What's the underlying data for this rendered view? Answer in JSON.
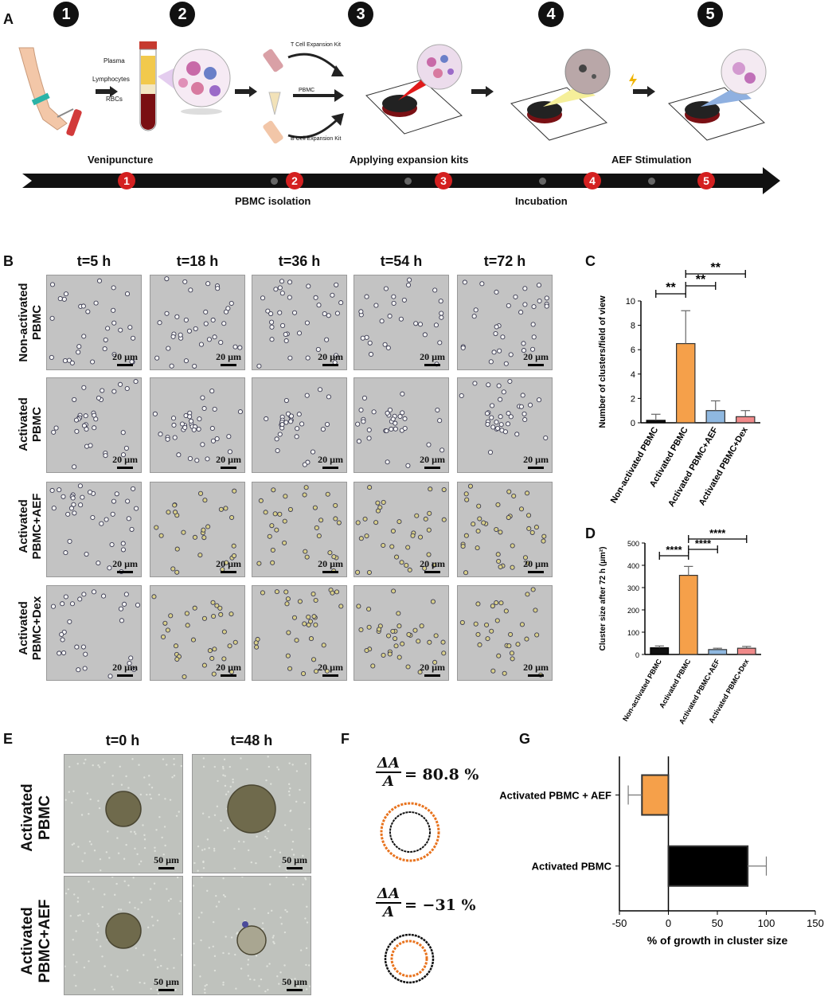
{
  "panel_labels": {
    "A": "A",
    "B": "B",
    "C": "C",
    "D": "D",
    "E": "E",
    "F": "F",
    "G": "G"
  },
  "panelA": {
    "steps": [
      "1",
      "2",
      "3",
      "4",
      "5"
    ],
    "tube_layers": [
      "Plasma",
      "Lymphocytes",
      "RBCs"
    ],
    "kits": {
      "t_cell": "T Cell Expansion Kit",
      "pbmc": "PBMC",
      "b_cell": "B Cell Expansion Kit"
    },
    "timeline": {
      "top": [
        "Venipuncture",
        "Applying expansion kits",
        "AEF Stimulation"
      ],
      "bottom": [
        "PBMC isolation",
        "Incubation"
      ],
      "numbers": [
        "1",
        "2",
        "3",
        "4",
        "5"
      ]
    },
    "colors": {
      "timeline": "#111111",
      "marker": "#d42020",
      "plasma": "#f2c94c",
      "rbc": "#7a0f12"
    }
  },
  "panelB": {
    "columns": [
      "t=5 h",
      "t=18 h",
      "t=36 h",
      "t=54 h",
      "t=72 h"
    ],
    "rows": [
      "Non-activated\nPBMC",
      "Activated\nPBMC",
      "Activated\nPBMC+AEF",
      "Activated\nPBMC+Dex"
    ],
    "scale_label": "20 µm"
  },
  "panelE": {
    "columns": [
      "t=0 h",
      "t=48 h"
    ],
    "rows": [
      "Activated\nPBMC",
      "Activated\nPBMC+AEF"
    ],
    "scale_label": "50 µm"
  },
  "panelF": {
    "formula_num": "ΔA",
    "formula_den": "A",
    "values": [
      "= 80.8 %",
      "= −31 %"
    ],
    "colors": {
      "initial": "#111111",
      "final": "#e8731e"
    }
  },
  "chart_data": [
    {
      "id": "C",
      "type": "bar",
      "categories": [
        "Non-activated PBMC",
        "Activated PBMC",
        "Activated PBMC+AEF",
        "Activated PBMC+Dex"
      ],
      "values": [
        0.2,
        6.5,
        1.0,
        0.5
      ],
      "errors": [
        0.5,
        2.7,
        0.8,
        0.5
      ],
      "colors": [
        "#111111",
        "#f5a04a",
        "#8fb8e0",
        "#f08a8a"
      ],
      "ylabel": "Number of clusters/field of view",
      "ylim": [
        0,
        10
      ],
      "yticks": [
        "0",
        "2",
        "4",
        "6",
        "8",
        "10"
      ],
      "significance": [
        "**",
        "**",
        "**"
      ]
    },
    {
      "id": "D",
      "type": "bar",
      "categories": [
        "Non-activated PBMC",
        "Activated PBMC",
        "Activated PBMC+AEF",
        "Activated PBMC+Dex"
      ],
      "values": [
        30,
        355,
        22,
        28
      ],
      "errors": [
        8,
        40,
        6,
        8
      ],
      "colors": [
        "#111111",
        "#f5a04a",
        "#8fb8e0",
        "#f08a8a"
      ],
      "ylabel": "Cluster size after 72 h (µm²)",
      "ylim": [
        0,
        500
      ],
      "yticks": [
        "0",
        "100",
        "200",
        "300",
        "400",
        "500"
      ],
      "significance": [
        "****",
        "****",
        "****"
      ]
    },
    {
      "id": "G",
      "type": "bar",
      "orientation": "horizontal",
      "categories": [
        "Activated PBMC + AEF",
        "Activated PBMC"
      ],
      "values": [
        -27,
        81
      ],
      "errors": [
        14,
        19
      ],
      "colors": [
        "#f5a04a",
        "#000000"
      ],
      "xlabel": "% of growth in cluster size",
      "xlim": [
        -50,
        150
      ],
      "xticks": [
        "-50",
        "0",
        "50",
        "100",
        "150"
      ]
    }
  ]
}
